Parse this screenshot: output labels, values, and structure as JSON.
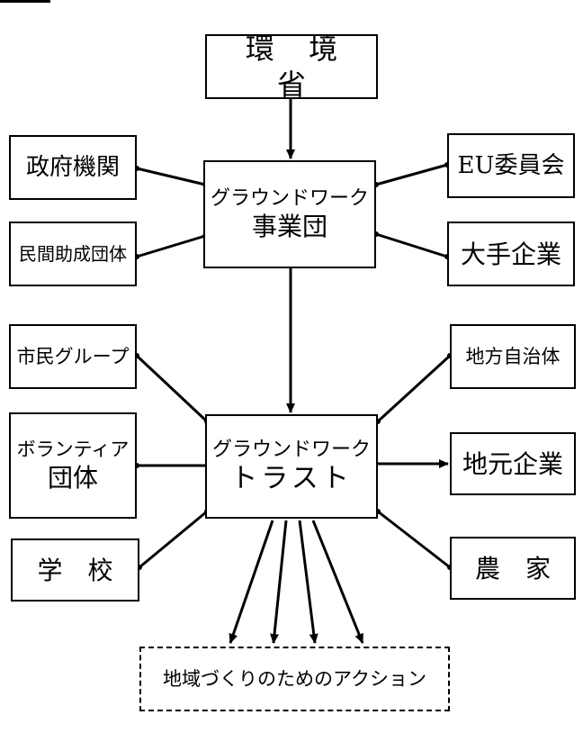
{
  "diagram": {
    "ministry": "環 境 省",
    "agency_line1": "グラウンドワーク",
    "agency_line2": "事業団",
    "trust_line1": "グラウンドワーク",
    "trust_line2": "トラスト",
    "gov": "政府機関",
    "private_grant": "民間助成団体",
    "eu": "EU委員会",
    "big_company": "大手企業",
    "citizen": "市民グループ",
    "volunteer_line1": "ボランティア",
    "volunteer_line2": "団体",
    "school": "学　校",
    "local_gov": "地方自治体",
    "local_company": "地元企業",
    "farmer": "農　家",
    "action": "地域づくりのためのアクション"
  }
}
